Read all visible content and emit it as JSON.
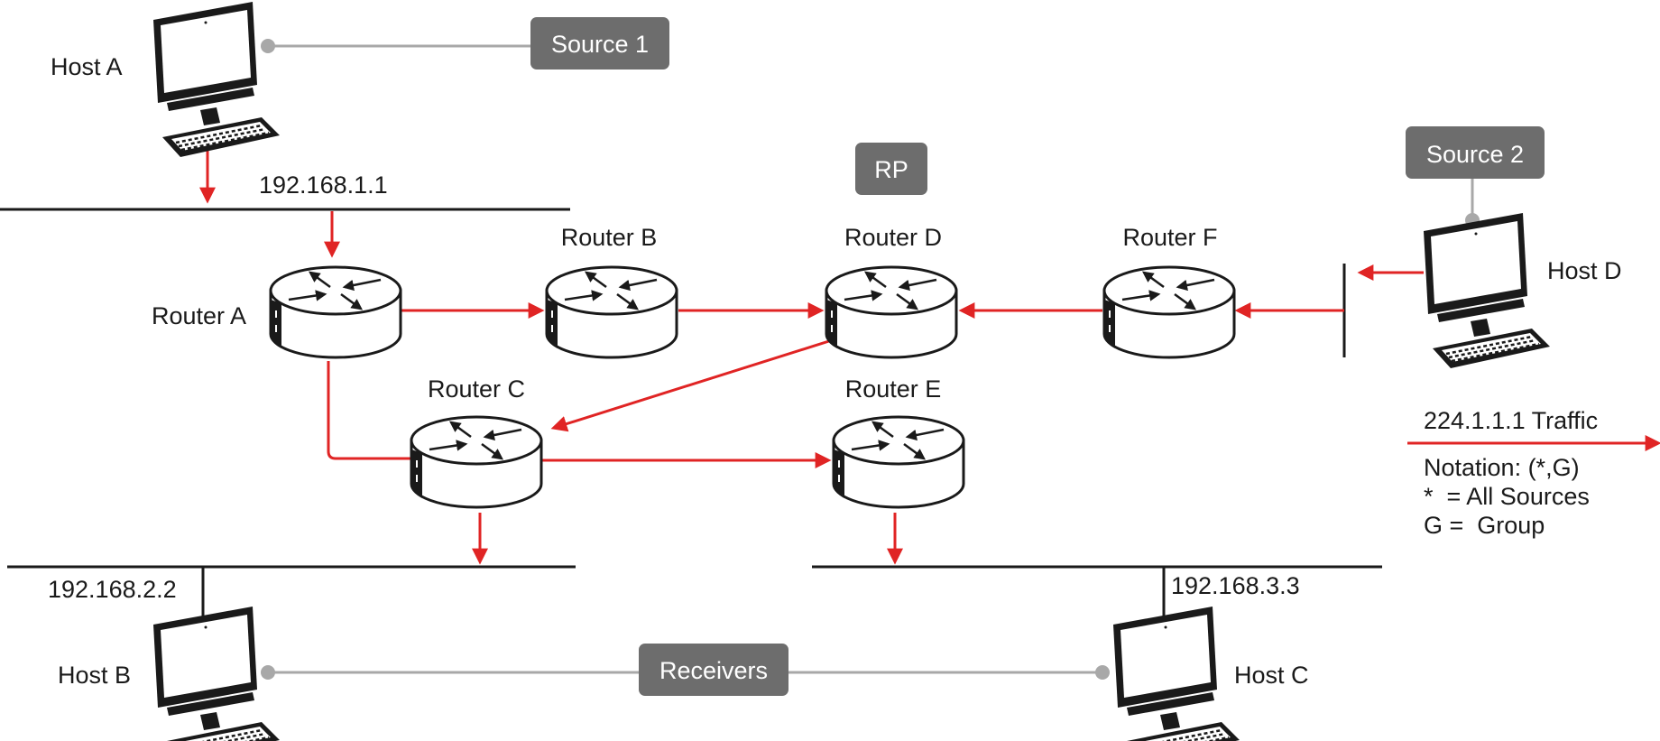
{
  "hosts": {
    "host_a": "Host A",
    "host_b": "Host B",
    "host_c": "Host C",
    "host_d": "Host D"
  },
  "routers": {
    "router_a": "Router A",
    "router_b": "Router B",
    "router_c": "Router C",
    "router_d": "Router D",
    "router_e": "Router E",
    "router_f": "Router F"
  },
  "tags": {
    "source_1": "Source 1",
    "source_2": "Source 2",
    "rp": "RP",
    "receivers": "Receivers"
  },
  "addresses": {
    "net1": "192.168.1.1",
    "net2": "192.168.2.2",
    "net3": "192.168.3.3"
  },
  "legend": {
    "traffic": "224.1.1.1 Traffic",
    "notation": "Notation: (*,G)",
    "star": "*  = All Sources",
    "group": "G =  Group"
  },
  "colors": {
    "traffic": "#e02424",
    "tag_fill": "#6d6d6d",
    "connector": "#a8a8a8"
  }
}
